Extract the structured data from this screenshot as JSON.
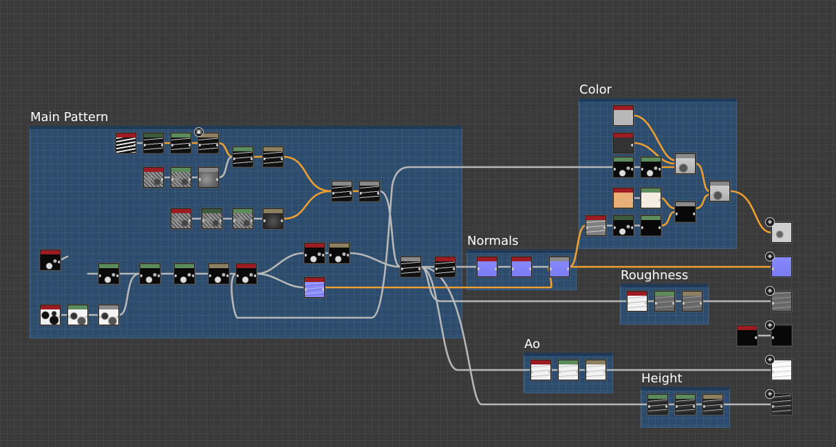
{
  "frames": [
    {
      "key": "main-pattern",
      "title": "Main Pattern"
    },
    {
      "key": "color",
      "title": "Color"
    },
    {
      "key": "normals",
      "title": "Normals"
    },
    {
      "key": "roughness",
      "title": "Roughness"
    },
    {
      "key": "ao",
      "title": "Ao"
    },
    {
      "key": "height",
      "title": "Height"
    }
  ],
  "icons": {
    "output": "cube-output-icon",
    "pin": "connector-pin-icon",
    "node_settings": "node-settings-icon"
  },
  "colors": {
    "background": "#3a3a3a",
    "frame": "#2c4e70",
    "wire_gray": "#b8b8b8",
    "wire_orange": "#f0a030",
    "header_red": "#9c1c22",
    "header_green": "#5c8c5c",
    "header_dark_green": "#3c5a3c",
    "header_tan": "#8c8060",
    "header_gray": "#8a8a8a",
    "normal_blue": "#8080f8"
  }
}
